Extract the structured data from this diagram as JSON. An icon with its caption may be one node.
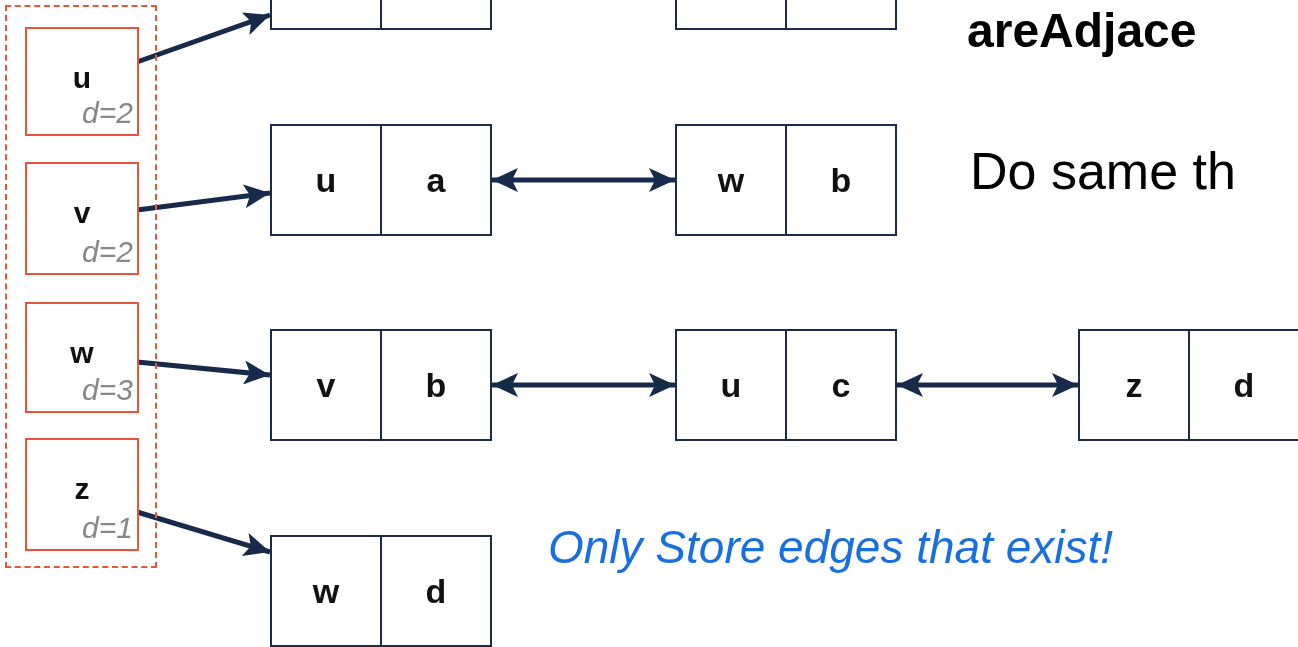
{
  "diagram": {
    "nodes": [
      {
        "text": [],
        "shape": "box"
      },
      {
        "text": [
          "u",
          "d=2"
        ],
        "in": 0
      },
      {
        "text": [
          "v",
          "d=2"
        ],
        "in": 0
      },
      {
        "text": [
          "w",
          "d=3"
        ],
        "in": 0
      },
      {
        "text": [
          "z",
          "d=1"
        ],
        "in": 0
      },
      {
        "text": [],
        "shape": "box"
      },
      {
        "text": [],
        "shape": "box"
      },
      {
        "text": [
          "u",
          "a"
        ]
      },
      {
        "text": [
          "w",
          "b"
        ]
      },
      {
        "text": [
          "v",
          "b"
        ]
      },
      {
        "text": [
          "u",
          "c"
        ]
      },
      {
        "text": [
          "z",
          "d"
        ]
      },
      {
        "text": [
          "w",
          "d"
        ]
      }
    ],
    "edges": [
      {
        "from": 1,
        "to": 5,
        "arrow": "to"
      },
      {
        "from": 2,
        "to": 7,
        "arrow": "to"
      },
      {
        "from": 3,
        "to": 9,
        "arrow": "to"
      },
      {
        "from": 4,
        "to": 12,
        "arrow": "to"
      },
      {
        "from": 7,
        "to": 8,
        "arrow": "both"
      },
      {
        "from": 9,
        "to": 10,
        "arrow": "both"
      },
      {
        "from": 10,
        "to": 11,
        "arrow": "both"
      }
    ],
    "labels": [
      "areAdjace",
      "Do same th",
      "Only Store edges that exist!"
    ]
  }
}
